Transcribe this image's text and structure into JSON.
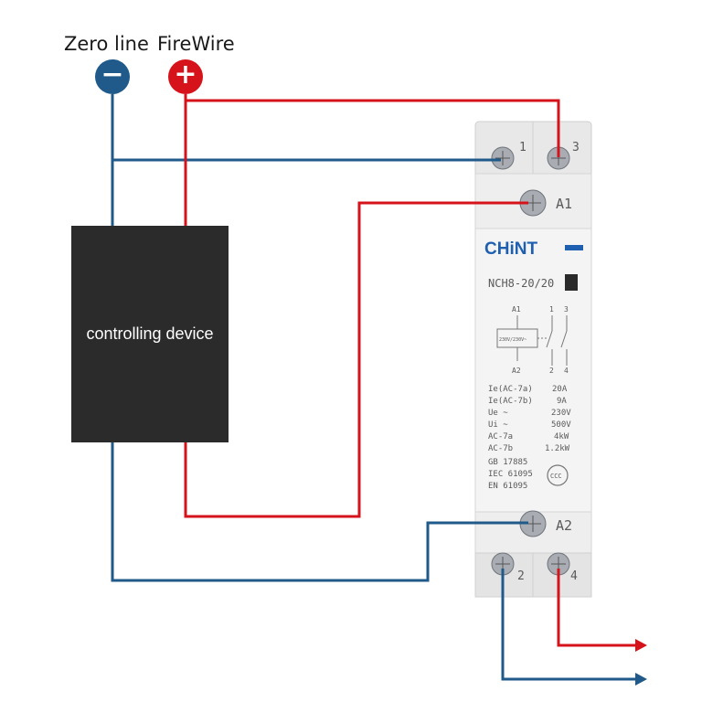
{
  "supply": {
    "zero_label": "Zero line",
    "fire_label": "FireWire",
    "neg_symbol": "−",
    "pos_symbol": "+"
  },
  "device": {
    "label": "controlling device"
  },
  "contactor": {
    "brand": "CHiNT",
    "model": "NCH8-20/20",
    "terminals": {
      "t1": "1",
      "t3": "3",
      "a1": "A1",
      "a2": "A2",
      "t2": "2",
      "t4": "4"
    },
    "schematic": {
      "coil_top": "A1",
      "coil_bottom": "A2",
      "coil_rating": "230V/230V~",
      "contact_top_1": "1",
      "contact_top_3": "3",
      "contact_bottom_2": "2",
      "contact_bottom_4": "4"
    },
    "specs": [
      {
        "label": "Ie(AC-7a)",
        "value": "20A"
      },
      {
        "label": "Ie(AC-7b)",
        "value": "9A"
      },
      {
        "label": "Ue ~",
        "value": "230V"
      },
      {
        "label": "Ui ~",
        "value": "500V"
      },
      {
        "label": "AC-7a",
        "value": "4kW"
      },
      {
        "label": "AC-7b",
        "value": "1.2kW"
      }
    ],
    "standards": [
      "GB 17885",
      "IEC 61095",
      "EN 61095"
    ],
    "cert_mark": "CCC"
  },
  "colors": {
    "live": "#d6121b",
    "neutral": "#1f5a8a",
    "device": "#2b2b2b",
    "body": "#ececec"
  }
}
